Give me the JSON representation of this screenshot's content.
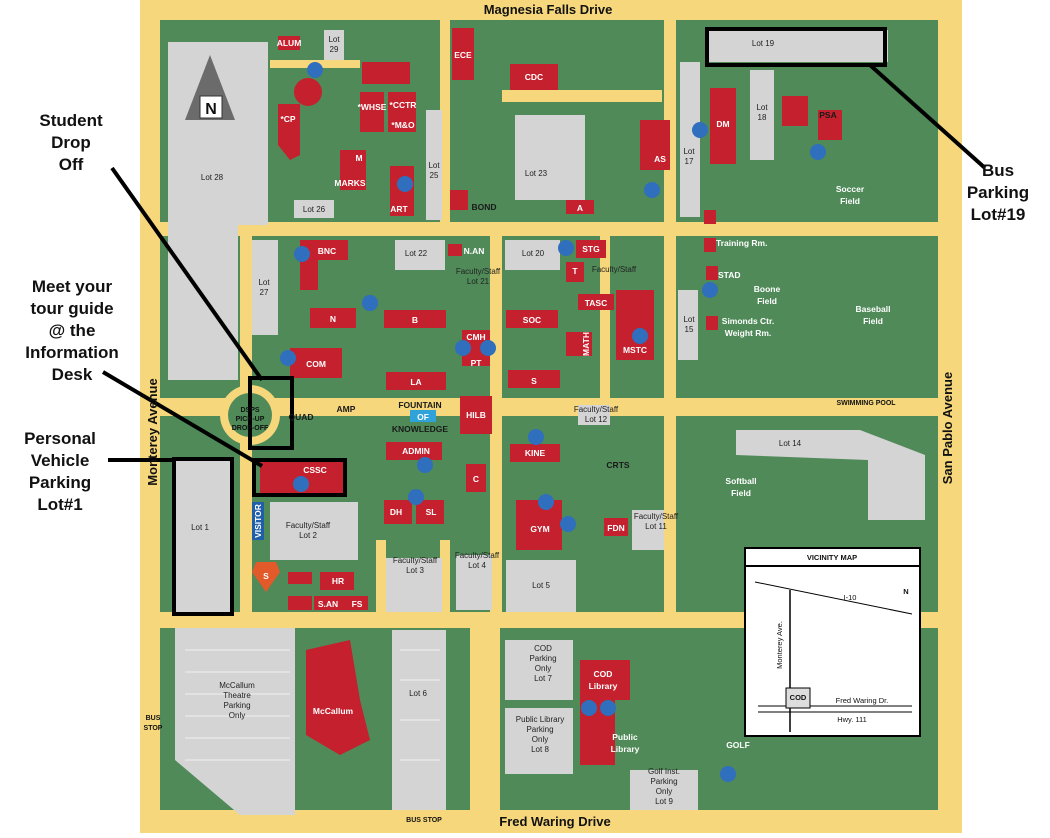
{
  "roads": {
    "north": "Magnesia Falls Drive",
    "south": "Fred Waring Drive",
    "west": "Monterey Avenue",
    "east": "San Pablo Avenue"
  },
  "annotations": {
    "drop_off": [
      "Student",
      "Drop",
      "Off"
    ],
    "tour_guide": [
      "Meet your",
      "tour guide",
      "@ the",
      "Information",
      "Desk"
    ],
    "personal_parking": [
      "Personal",
      "Vehicle",
      "Parking",
      "Lot#1"
    ],
    "bus_parking": [
      "Bus",
      "Parking",
      "Lot#19"
    ]
  },
  "compass": "N",
  "buildings": {
    "alum": "ALUM",
    "ece": "ECE",
    "cdc": "CDC",
    "cp": "*CP",
    "whse": "*WHSE",
    "cctr": "*CCTR",
    "mo": "*M&O",
    "m": "M",
    "marks": "MARKS",
    "art": "ART",
    "a": "A",
    "as": "AS",
    "dm": "DM",
    "psa": "PSA",
    "bnc": "BNC",
    "nan": "N.AN",
    "stg": "STG",
    "t": "T",
    "tasc": "TASC",
    "n": "N",
    "b": "B",
    "soc": "SOC",
    "cmh": "CMH",
    "pt": "PT",
    "math": "MATH",
    "mstc": "MSTC",
    "com": "COM",
    "la": "LA",
    "s": "S",
    "hilb": "HILB",
    "admin": "ADMIN",
    "kine": "KINE",
    "cssc": "CSSC",
    "c": "C",
    "dh": "DH",
    "sl": "SL",
    "gym": "GYM",
    "fdn": "FDN",
    "hr": "HR",
    "san": "S.AN",
    "fs": "FS",
    "mccallum": "McCallum",
    "cod_library": [
      "COD",
      "Library"
    ],
    "visitor": "VISITOR",
    "security": "S"
  },
  "lots": {
    "lot29": [
      "Lot",
      "29"
    ],
    "lot28": "Lot 28",
    "lot26": "Lot 26",
    "lot25": [
      "Lot",
      "25"
    ],
    "lot23": "Lot 23",
    "lot19": "Lot 19",
    "lot18": [
      "Lot",
      "18"
    ],
    "lot17": [
      "Lot",
      "17"
    ],
    "lot27": [
      "Lot",
      "27"
    ],
    "lot22": "Lot 22",
    "lot21": [
      "Faculty/Staff",
      "Lot 21"
    ],
    "lot20": "Lot 20",
    "lot15": [
      "Lot",
      "15"
    ],
    "lot12": [
      "Faculty/Staff",
      "Lot 12"
    ],
    "lot14": "Lot 14",
    "lot1": "Lot 1",
    "lot2": [
      "Faculty/Staff",
      "Lot 2"
    ],
    "lot11": [
      "Faculty/Staff",
      "Lot 11"
    ],
    "lot3": [
      "Faculty/Staff",
      "Lot 3"
    ],
    "lot4": [
      "Faculty/Staff",
      "Lot 4"
    ],
    "lot5": "Lot 5",
    "mccallum_lot": [
      "McCallum",
      "Theatre",
      "Parking",
      "Only"
    ],
    "lot6": "Lot 6",
    "lot7": [
      "COD",
      "Parking",
      "Only",
      "Lot 7"
    ],
    "lot8": [
      "Public Library",
      "Parking",
      "Only",
      "Lot 8"
    ],
    "lot9": [
      "Golf Inst.",
      "Parking",
      "Only",
      "Lot 9"
    ],
    "faculty_staff": "Faculty/Staff"
  },
  "places": {
    "bond": "BOND",
    "soccer": [
      "Soccer",
      "Field"
    ],
    "training": "Training Rm.",
    "stad": "STAD",
    "boone": [
      "Boone",
      "Field"
    ],
    "baseball": [
      "Baseball",
      "Field"
    ],
    "simonds": [
      "Simonds Ctr.",
      "Weight Rm."
    ],
    "quad": "QUAD",
    "amp": "AMP",
    "fountain_top": "FOUNTAIN",
    "fountain_of": "OF",
    "fountain_bottom": "KNOWLEDGE",
    "swimming_pool": "SWIMMING POOL",
    "crts": "CRTS",
    "softball": [
      "Softball",
      "Field"
    ],
    "dsps": [
      "DSPS",
      "PICK-UP",
      "DROP-OFF"
    ],
    "public_library": [
      "Public",
      "Library"
    ],
    "golf": "GOLF",
    "bus_stop_west": [
      "BUS",
      "STOP"
    ],
    "bus_stop_south": "BUS STOP"
  },
  "vicinity": {
    "title": "VICINITY MAP",
    "i10": "I-10",
    "monterey": "Monterey Ave.",
    "fred": "Fred Waring Dr.",
    "hwy": "Hwy. 111",
    "cod": "COD",
    "north": "N"
  },
  "colors": {
    "campus": "#4f8a58",
    "road": "#f6d77c",
    "building": "#c4202d",
    "lot": "#d4d4d4",
    "restroom": "#2f6fbd",
    "fountain": "#2fa3d9",
    "highlight_box": "#000000",
    "security": "#e2592a"
  }
}
